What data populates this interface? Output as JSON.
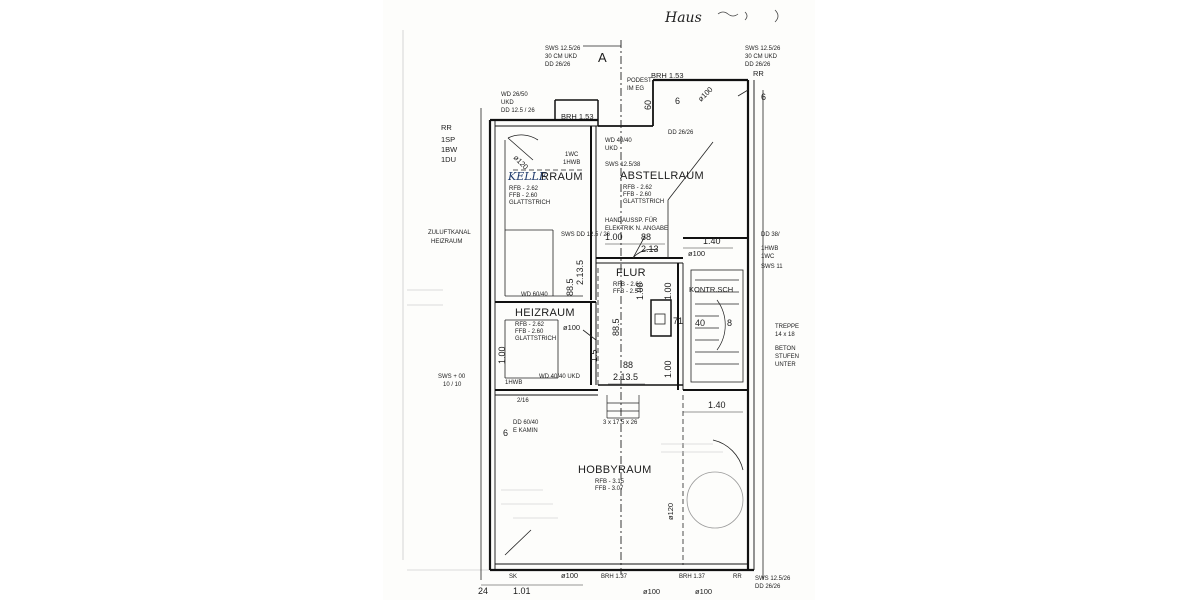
{
  "header": {
    "handwriting": "Haus"
  },
  "section_marker": "A",
  "left_margin": {
    "rr": "RR",
    "sp": "1SP",
    "bw": "1BW",
    "du": "1DU",
    "zuluft_1": "ZULUFTKANAL",
    "zuluft_2": "HEIZRAUM",
    "sws_1": "SWS + 00",
    "sws_2": "10 / 10"
  },
  "rooms": {
    "keller_hand": "KELLE",
    "keller_print": "RRAUM",
    "keller_rfb": "RFB - 2.62",
    "keller_ffb": "FFB - 2.60",
    "keller_note": "GLATTSTRICH",
    "abstell": "ABSTELLRAUM",
    "abstell_rfb": "RFB - 2.62",
    "abstell_ffb": "FFB - 2.60",
    "abstell_note": "GLATTSTRICH",
    "flur": "FLUR",
    "flur_rfb": "RFB - 2.62",
    "flur_ffb": "FFB - 2.54",
    "heiz": "HEIZRAUM",
    "heiz_rfb": "RFB - 2.62",
    "heiz_ffb": "FFB - 2.60",
    "heiz_note": "GLATTSTRICH",
    "hobby": "HOBBYRAUM",
    "hobby_rfb": "RFB - 3.15",
    "hobby_ffb": "FFB - 3.07",
    "kontr": "KONTR.SCH"
  },
  "notes": {
    "sws_top_left": "SWS 12.5/26",
    "ukd_top_left": "30 CM UKD",
    "dd_top_left": "DD 26/26",
    "sws_top_right": "SWS 12.5/26",
    "ukd_top_right": "30 CM UKD",
    "dd_top_right": "DD 26/26",
    "wd_upper": "WD 26/50",
    "ukd_upper": "UKD",
    "dd_upper": "DD 12.5 / 26",
    "podest_1": "PODEST",
    "podest_2": "IM EG",
    "brh_top": "BRH 1.53",
    "brh_mid": "BRH 1.53",
    "rr_top_right": "RR",
    "wc_hwb": "1WC",
    "hwb": "1HWB",
    "wd_40": "WD 40/40",
    "ukd_40": "UKD",
    "dd_2626": "DD 26/26",
    "sws_mid": "SWS 12.5/38",
    "wd_mid": "SWS DD 12.5 / 26",
    "handauss": "HANDAUSSP. FÜR",
    "elektrik": "ELEKTRIK N. ANGABE",
    "dd_right": "DD 38/",
    "hwb_right": "1HWB",
    "wc_right": "1WC",
    "sws_right": "SWS 11",
    "wd_6040": "WD 60/40",
    "wd_4040": "WD 40/40 UKD",
    "hwb_lower": "1HWB",
    "dd_6040": "DD 60/40",
    "kamin": "E KAMIN",
    "stairs": "3 x 17.5 x 26",
    "treppe_1": "TREPPE",
    "treppe_2": "14 x 18",
    "beton_1": "BETON",
    "beton_2": "STUFEN",
    "beton_3": "UNTER",
    "sk": "SK",
    "brh_bottom_1": "BRH 1.37",
    "brh_bottom_2": "BRH 1.37",
    "rr_bottom": "RR",
    "sws_bottom": "SWS 12.5/26",
    "dd_bottom": "DD 26/26",
    "dd_216": "2/16"
  },
  "dimensions": {
    "d_60": "60",
    "d_6a": "6",
    "d_6b": "6",
    "d_100a": "ø100",
    "d_120a": "ø120",
    "d_100_1": "1.00",
    "d_88a": "88",
    "d_213a": "2.13",
    "d_140a": "1.40",
    "d_100b": "ø100",
    "d_885": "88.5",
    "d_2135": "2.13.5",
    "d_100c": "1.00",
    "d_100d": "1.00",
    "d_71": "71",
    "d_40": "40",
    "d_8": "8",
    "d_100e": "ø100",
    "d_885b": "88.5",
    "d_88b": "88",
    "d_2135b": "2.13.5",
    "d_100f": "1.00",
    "d_140b": "1.40",
    "d_120b": "ø120",
    "d_24": "24",
    "d_101": "1.01",
    "d_100g": "ø100",
    "d_100h": "ø100",
    "d_100i": "ø100",
    "d_6c": "6",
    "d_100j": "1.00",
    "d_15": "1.5"
  }
}
